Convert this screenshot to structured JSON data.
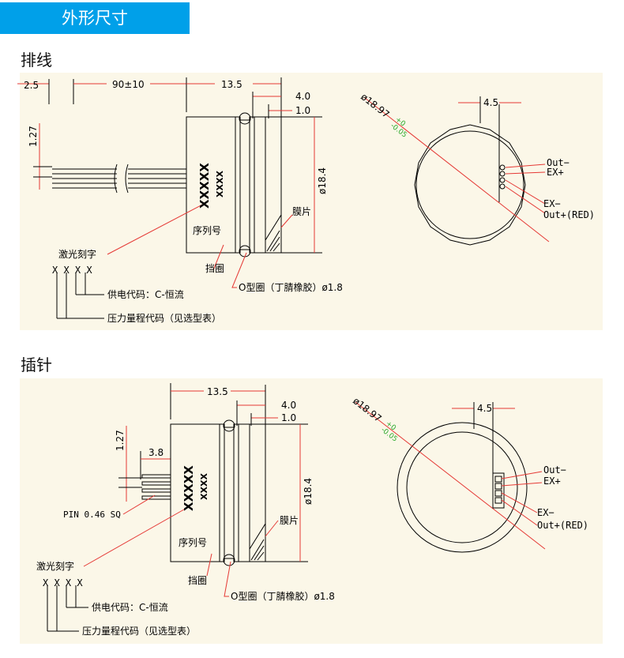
{
  "header": {
    "title": "外形尺寸",
    "accent": "#00a0e9"
  },
  "colors": {
    "panel_bg": "#fbf7e8",
    "line": "#000000",
    "dim": "#e53935",
    "tolerance": "#2eaa2e"
  },
  "section1": {
    "label": "排线",
    "dims": {
      "d25": "2.5",
      "d90": "90±10",
      "d135": "13.5",
      "d40": "4.0",
      "d10": "1.0",
      "d127": "1.27",
      "d184": "ø18.4",
      "d45": "4.5"
    },
    "diameter": {
      "main": "ø18.97",
      "tol_plus": "+0",
      "tol_minus": "-0.05"
    },
    "body_marks": {
      "big": "XXXXX",
      "small": "XXXX"
    },
    "labels": {
      "serial": "序列号",
      "membrane": "膜片",
      "laser": "激光刻字",
      "retainer": "挡圈",
      "oring": "O型圈（丁腈橡胶）ø1.8"
    },
    "code": {
      "chars": "X X X X",
      "power": "供电代码：C-恒流",
      "range": "压力量程代码（见选型表）"
    },
    "pins": {
      "p1": "Out−",
      "p2": "EX+",
      "p3": "EX−",
      "p4": "Out+(RED)"
    }
  },
  "section2": {
    "label": "插针",
    "dims": {
      "d135": "13.5",
      "d40": "4.0",
      "d10": "1.0",
      "d127": "1.27",
      "d38": "3.8",
      "d184": "ø18.4",
      "d45": "4.5"
    },
    "diameter": {
      "main": "ø18.97",
      "tol_plus": "+0",
      "tol_minus": "-0.05"
    },
    "pin_spec": "PIN 0.46 SQ",
    "body_marks": {
      "big": "XXXXX",
      "small": "XXXX"
    },
    "labels": {
      "serial": "序列号",
      "membrane": "膜片",
      "laser": "激光刻字",
      "retainer": "挡圈",
      "oring": "O型圈（丁腈橡胶）ø1.8"
    },
    "code": {
      "chars": "X X X X",
      "power": "供电代码：C-恒流",
      "range": "压力量程代码（见选型表）"
    },
    "pins": {
      "p1": "Out−",
      "p2": "EX+",
      "p3": "EX−",
      "p4": "Out+(RED)"
    }
  }
}
